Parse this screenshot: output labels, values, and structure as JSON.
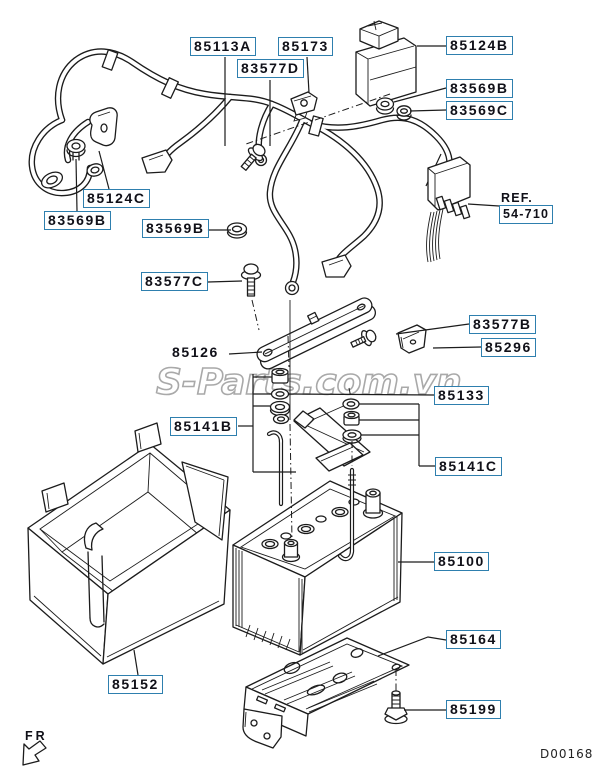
{
  "diagram": {
    "watermark": "S-Parts.com.vn",
    "code": "D00168",
    "front_marker": "FR",
    "reference": {
      "label": "REF.",
      "value": "54-710"
    },
    "colors": {
      "label_border": "#2e7fae",
      "line": "#1c1c1c",
      "watermark_outline": "#a9a9a9"
    }
  },
  "callouts": [
    {
      "text": "85113A"
    },
    {
      "text": "85173"
    },
    {
      "text": "83577D"
    },
    {
      "text": "85124B"
    },
    {
      "text": "83569B"
    },
    {
      "text": "83569C"
    },
    {
      "text": "85124C"
    },
    {
      "text": "83569B"
    },
    {
      "text": "83569B"
    },
    {
      "text": "83577C"
    },
    {
      "text": "85126"
    },
    {
      "text": "83577B"
    },
    {
      "text": "85296"
    },
    {
      "text": "85133"
    },
    {
      "text": "85141B"
    },
    {
      "text": "85141C"
    },
    {
      "text": "85100"
    },
    {
      "text": "85152"
    },
    {
      "text": "85164"
    },
    {
      "text": "85199"
    }
  ]
}
